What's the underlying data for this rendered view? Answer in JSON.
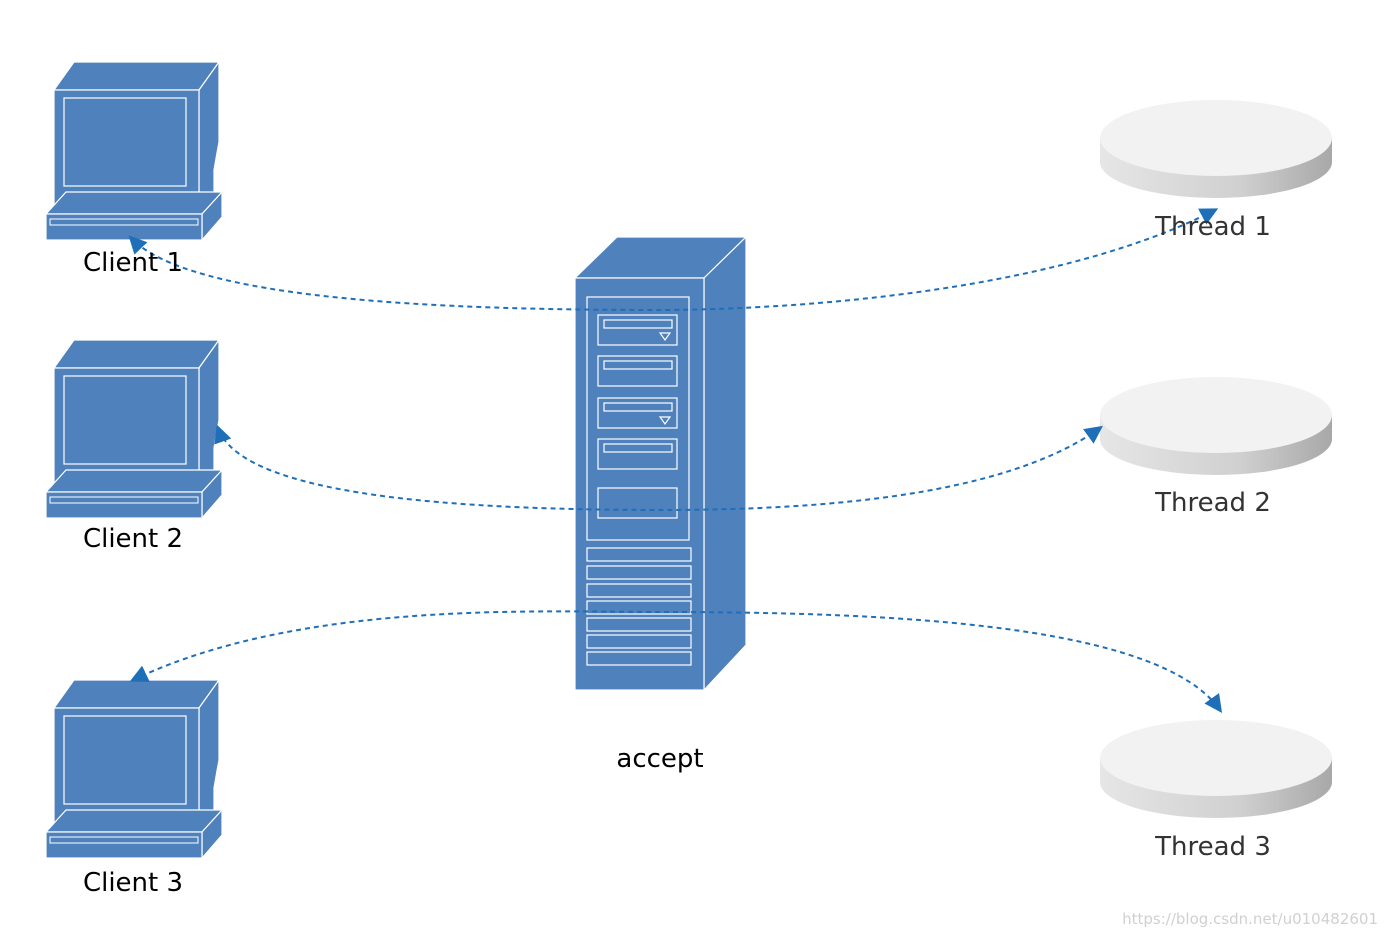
{
  "clients": [
    {
      "label": "Client 1"
    },
    {
      "label": "Client 2"
    },
    {
      "label": "Client 3"
    }
  ],
  "server": {
    "label": "accept"
  },
  "threads": [
    {
      "label": "Thread 1"
    },
    {
      "label": "Thread 2"
    },
    {
      "label": "Thread 3"
    }
  ],
  "watermark": "https://blog.csdn.net/u010482601",
  "colors": {
    "device_fill": "#4f81bd",
    "device_outline": "#ffffff",
    "connector": "#1f6fb8",
    "thread_top": "#f2f2f2",
    "thread_side": "#c8c8c8"
  },
  "icons": {
    "client": "desktop-computer-icon",
    "server": "tower-server-icon",
    "thread": "disk-icon"
  }
}
